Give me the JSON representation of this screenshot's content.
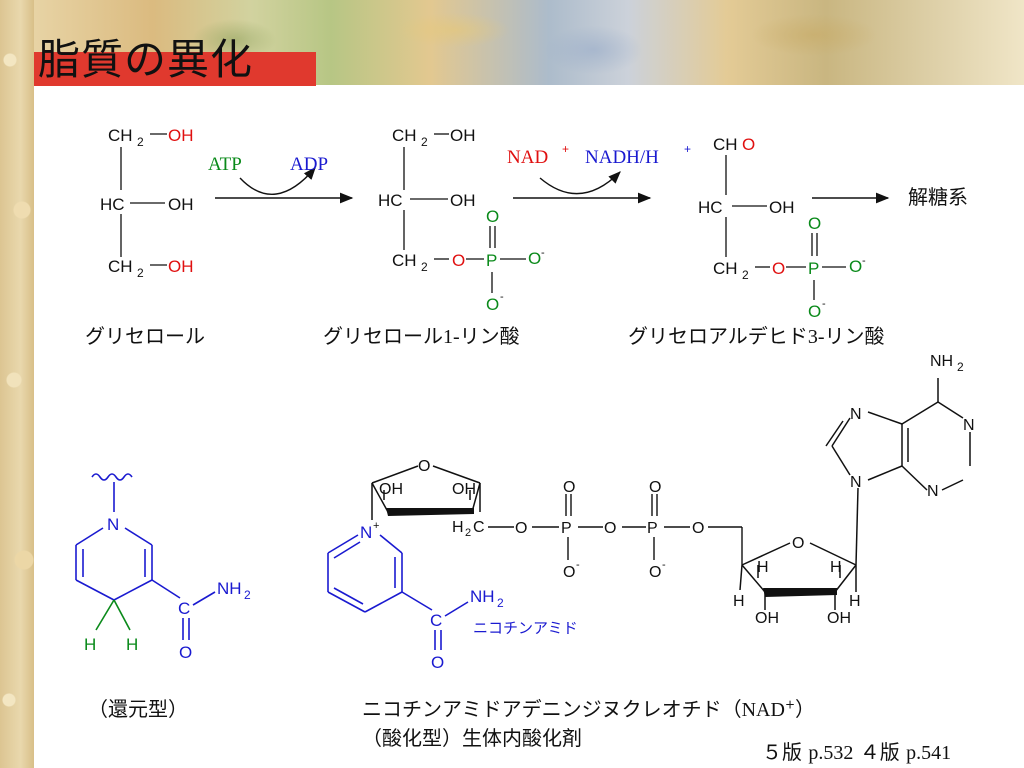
{
  "slide_title": "脂質の異化",
  "pathway": {
    "glycerol": {
      "ch2_top": "CH",
      "oh_red": "OH",
      "hc": "HC",
      "oh": "OH",
      "ch2_bot": "CH",
      "oh_bot": "OH"
    },
    "atp": "ATP",
    "adp": "ADP",
    "nad_plus": "NAD",
    "nadh": "NADH/H",
    "glycolysis": "解糖系"
  },
  "labels": {
    "glycerol_name": "グリセロール",
    "g3p_name_prefix": "グリセロール",
    "g3p_num": "1-",
    "g3p_suffix": "リン酸",
    "gap_name_prefix": "グリセロアルデヒド",
    "gap_num": "3-",
    "gap_suffix": "リン酸",
    "reduced_form": "（還元型）",
    "nicotinamide_label": "ニコチンアミド",
    "nad_name": "ニコチンアミドアデニンジヌクレオチド（",
    "nad_abbr": "NAD",
    "nad_close": "）",
    "oxidized_form": "（酸化型）生体内酸化剤"
  },
  "reference": {
    "ed5": "５版",
    "ed5_page": "p.532",
    "ed4": "４版",
    "ed4_page": "p.541"
  },
  "colors": {
    "red": "#e01010",
    "green": "#0a8a1a",
    "blue": "#1a1ad0",
    "navy": "#1c1ca0",
    "title_bar": "#e0392e"
  }
}
